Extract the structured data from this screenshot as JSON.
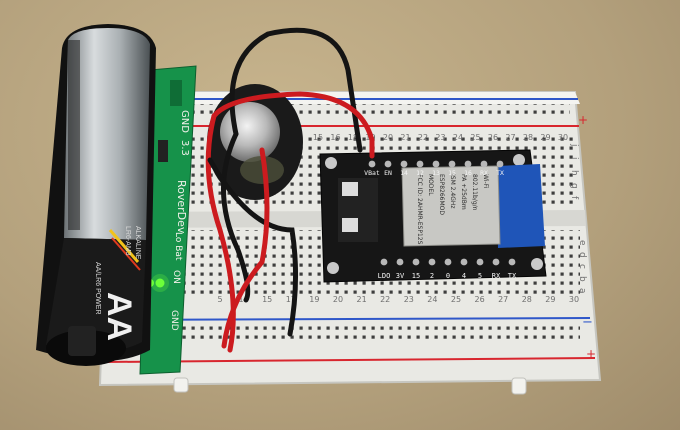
{
  "colors": {
    "desk": "#b3a07c",
    "breadboard": "#eeeeea",
    "rail_red": "#d8262e",
    "rail_blue": "#2f57c9",
    "pcb_green": "#16924a",
    "module_black": "#161616",
    "wire_red": "#cc1b1f",
    "wire_black": "#141414",
    "battery_silver": "#bfc4c6",
    "led_green": "#6dff3a"
  },
  "breadboard": {
    "row_letters_top": [
      "j",
      "i",
      "h",
      "g",
      "f"
    ],
    "row_letters_bottom": [
      "e",
      "d",
      "c",
      "b",
      "a"
    ],
    "column_numbers_top": [
      "15",
      "16",
      "18",
      "19",
      "20",
      "21",
      "22",
      "23",
      "24",
      "25",
      "26",
      "27",
      "28",
      "29",
      "30"
    ],
    "column_numbers_bottom": [
      "5",
      "10",
      "15",
      "17",
      "19",
      "20",
      "21",
      "22",
      "23",
      "24",
      "25",
      "26",
      "27",
      "28",
      "29",
      "30"
    ],
    "rail_plus": "+",
    "rail_minus": "−"
  },
  "battery": {
    "brand": "AA",
    "lines": [
      "AA/LR6 POWER",
      "LR6-AM3",
      "ALKALINE"
    ]
  },
  "regulator_board": {
    "name": "RoverDev",
    "pin_top": "GND",
    "pin_mid": "3.3",
    "labels_right": [
      "Lo Bat",
      "ON",
      "GND"
    ]
  },
  "module": {
    "top_pins": [
      "VBat",
      "EN",
      "14",
      "12",
      "13",
      "15",
      "16",
      "RX",
      "TX"
    ],
    "bottom_pins": [
      "LDO",
      "3V",
      "15",
      "2",
      "0",
      "4",
      "5",
      "RX",
      "TX"
    ],
    "shield_text": [
      "FCC ID: 2AHMR-ESP12S",
      "MODEL",
      "ESP8266MOD",
      "ISM 2.4GHz",
      "PA +25dBm",
      "802.11b/g/n",
      "Wi-Fi"
    ]
  }
}
